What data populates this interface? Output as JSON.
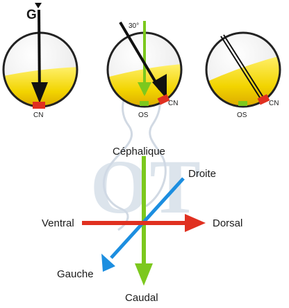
{
  "title": "",
  "colors": {
    "yellow_fill": "#f2d400",
    "yellow_dark": "#d9a800",
    "red": "#e03020",
    "green": "#7cc81e",
    "blue": "#1c8ee0",
    "arrow_black": "#111111",
    "watermark": "#c8d4e2"
  },
  "circles": [
    {
      "gravity_label": "G",
      "cn_label": "CN",
      "os_label": "",
      "angle_label": ""
    },
    {
      "gravity_label": "",
      "cn_label": "CN",
      "os_label": "OS",
      "angle_label": "30°"
    },
    {
      "gravity_label": "",
      "cn_label": "CN",
      "os_label": "OS",
      "angle_label": ""
    }
  ],
  "axes": {
    "cephalic": "Céphalique",
    "right": "Droite",
    "ventral": "Ventral",
    "dorsal": "Dorsal",
    "left": "Gauche",
    "caudal": "Caudal"
  },
  "watermark_text": "OT"
}
